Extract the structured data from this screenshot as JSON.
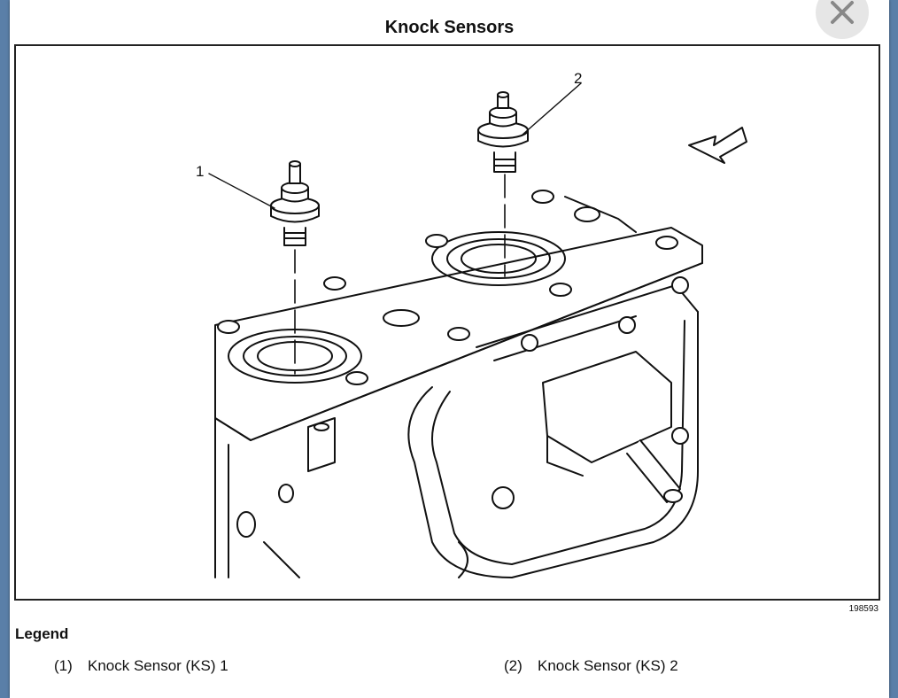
{
  "title": "Knock Sensors",
  "figure": {
    "callout_1": "1",
    "callout_2": "2",
    "figure_id": "198593"
  },
  "legend": {
    "heading": "Legend",
    "items": [
      {
        "number": "(1)",
        "label": "Knock Sensor (KS) 1"
      },
      {
        "number": "(2)",
        "label": "Knock Sensor (KS) 2"
      }
    ]
  },
  "icons": {
    "close": "close-icon",
    "direction": "arrow-icon"
  },
  "colors": {
    "background": "#5a7fa8",
    "close_button": "#e6e6e6",
    "line": "#111111"
  }
}
